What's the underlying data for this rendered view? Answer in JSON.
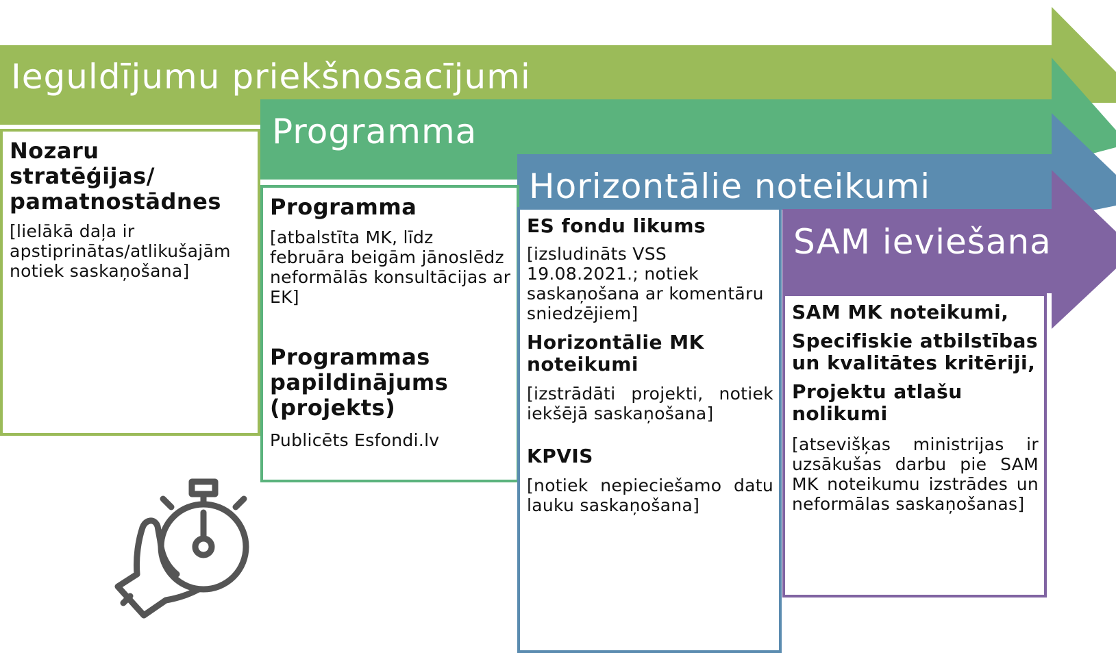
{
  "colors": {
    "band1": "#9bbb59",
    "band2": "#5bb37d",
    "band3": "#5b8cb0",
    "band4": "#8064a2",
    "icon": "#555555"
  },
  "bands": [
    {
      "title": "Ieguldījumu priekšnosacījumi"
    },
    {
      "title": "Programma"
    },
    {
      "title": "Horizontālie noteikumi"
    },
    {
      "title": "SAM ieviešana"
    }
  ],
  "box1": {
    "heading": "Nozaru stratēģijas/ pamatnostādnes",
    "note": "[lielākā daļa ir apstiprinātas/atlikušajām notiek saskaņošana]"
  },
  "box2": {
    "heading1": "Programma",
    "note1": "[atbalstīta MK, līdz februāra beigām jānoslēdz neformālās konsultācijas ar EK]",
    "heading2": "Programmas papildinājums (projekts)",
    "note2": "Publicēts Esfondi.lv"
  },
  "box3": {
    "heading1": "ES fondu likums",
    "note1": "[izsludināts VSS 19.08.2021.; notiek saskaņošana ar komentāru sniedzējiem]",
    "heading2": "Horizontālie MK noteikumi",
    "note2": "[izstrādāti projekti, notiek iekšējā saskaņošana]",
    "heading3": "KPVIS",
    "note3": "[notiek nepieciešamo datu lauku saskaņošana]"
  },
  "box4": {
    "heading1": "SAM MK noteikumi,",
    "heading2": "Specifiskie atbilstības un kvalitātes kritēriji,",
    "heading3": "Projektu atlašu nolikumi",
    "note": "[atsevišķas ministrijas ir uzsākušas darbu pie SAM MK noteikumu izstrādes un neformālas saskaņošanas]"
  },
  "icon": "stopwatch-in-hand-icon"
}
